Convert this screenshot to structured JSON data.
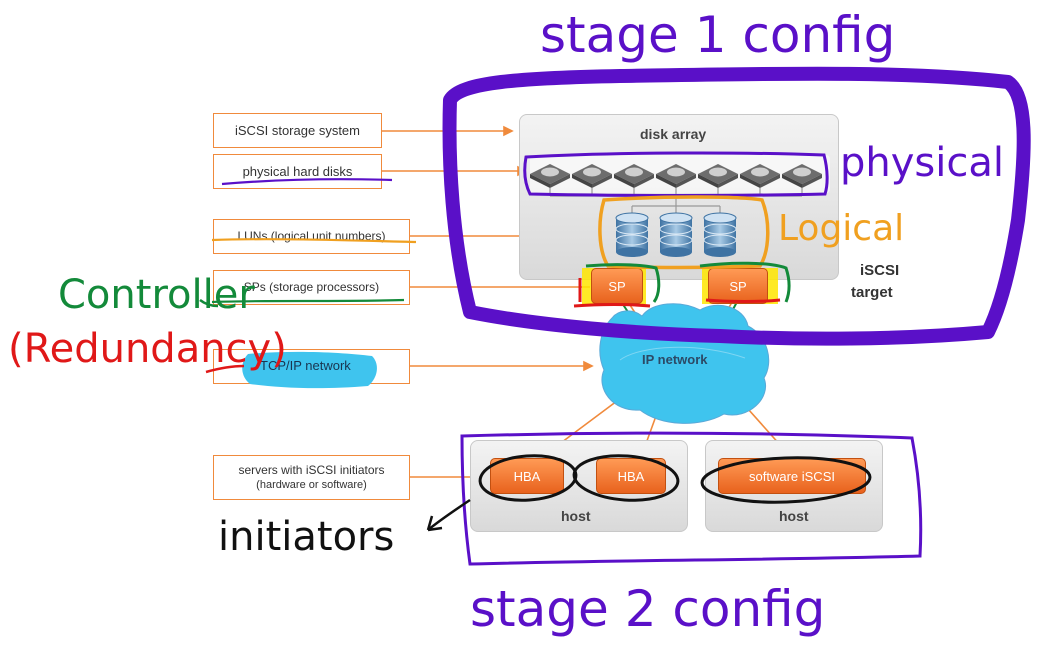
{
  "labels": {
    "storage_system": "iSCSI storage system",
    "hard_disks": "physical hard disks",
    "luns": "LUNs (logical unit numbers)",
    "sps": "SPs (storage processors)",
    "tcpip": "TCP/IP network",
    "servers_line1": "servers with iSCSI initiators",
    "servers_line2": "(hardware or software)"
  },
  "diagram": {
    "disk_array": "disk array",
    "sp": "SP",
    "target_line1": "iSCSI",
    "target_line2": "target",
    "ip_network": "IP network",
    "hba": "HBA",
    "software_iscsi": "software iSCSI",
    "host": "host"
  },
  "annotations": {
    "stage1": "stage 1 config",
    "physical": "physical",
    "logical": "Logical",
    "controller": "Controller",
    "redundancy": "(Redundancy)",
    "initiators": "initiators",
    "stage2": "stage 2 config"
  },
  "colors": {
    "orange": "#f08a3c",
    "purple": "#5a10c8",
    "green": "#138a3a",
    "red": "#e01818",
    "blue_highlight": "#3fc4ee",
    "yellow_highlight": "#ffe600"
  }
}
